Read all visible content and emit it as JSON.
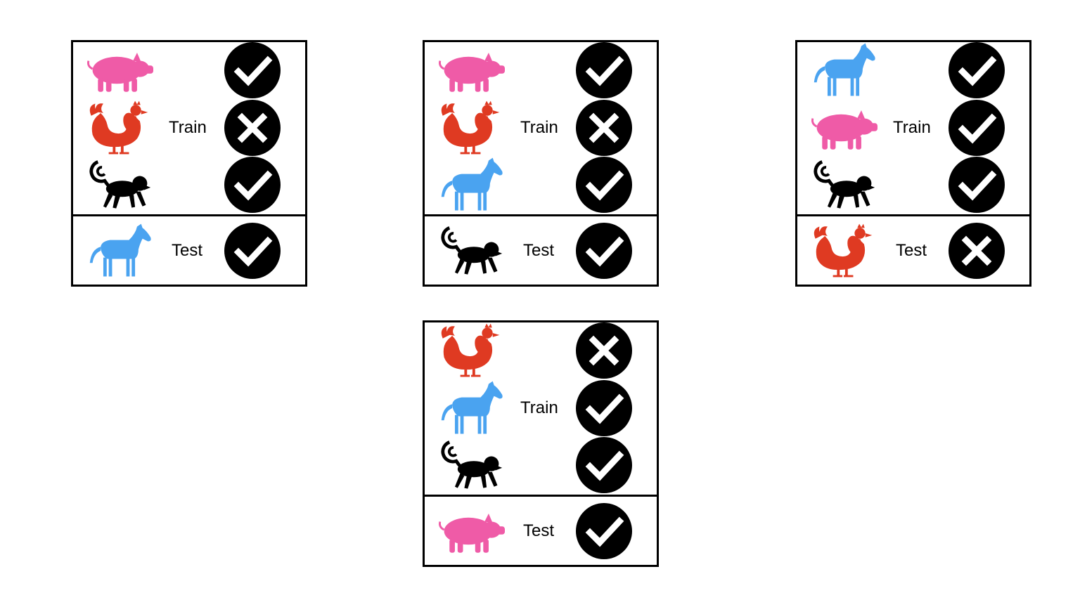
{
  "labels": {
    "train": "Train",
    "test": "Test"
  },
  "colors": {
    "pig": "#ef5ba7",
    "rooster": "#df3a22",
    "horse": "#4aa3f0",
    "monkey": "#000000",
    "mark_bg": "#000000",
    "mark_fg": "#ffffff"
  },
  "folds": [
    {
      "train": [
        {
          "animal": "pig",
          "result": "check"
        },
        {
          "animal": "rooster",
          "result": "cross"
        },
        {
          "animal": "monkey",
          "result": "check"
        }
      ],
      "test": {
        "animal": "horse",
        "result": "check"
      }
    },
    {
      "train": [
        {
          "animal": "pig",
          "result": "check"
        },
        {
          "animal": "rooster",
          "result": "cross"
        },
        {
          "animal": "horse",
          "result": "check"
        }
      ],
      "test": {
        "animal": "monkey",
        "result": "check"
      }
    },
    {
      "train": [
        {
          "animal": "horse",
          "result": "check"
        },
        {
          "animal": "pig",
          "result": "check"
        },
        {
          "animal": "monkey",
          "result": "check"
        }
      ],
      "test": {
        "animal": "rooster",
        "result": "cross"
      }
    },
    {
      "train": [
        {
          "animal": "rooster",
          "result": "cross"
        },
        {
          "animal": "horse",
          "result": "check"
        },
        {
          "animal": "monkey",
          "result": "check"
        }
      ],
      "test": {
        "animal": "pig",
        "result": "check"
      }
    }
  ]
}
